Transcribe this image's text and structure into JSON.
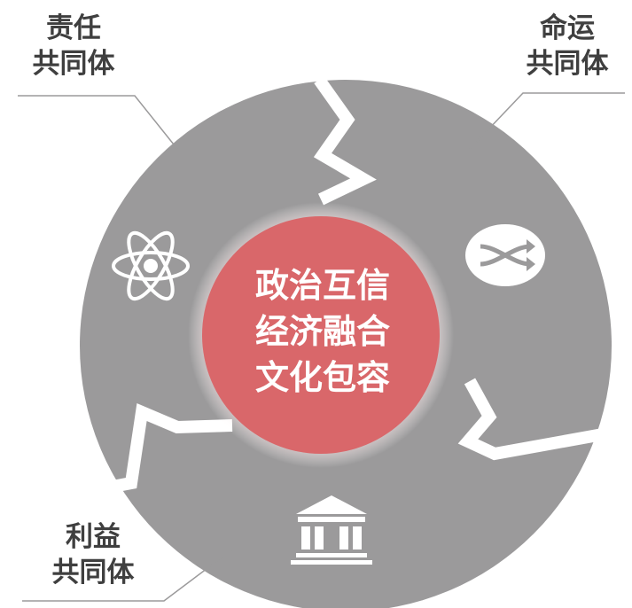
{
  "center": {
    "line1": "政治互信",
    "line2": "经济融合",
    "line3": "文化包容"
  },
  "segments": [
    {
      "line1": "责任",
      "line2": "共同体",
      "icon": "atom-icon"
    },
    {
      "line1": "命运",
      "line2": "共同体",
      "icon": "arrows-exchange-icon"
    },
    {
      "line1": "利益",
      "line2": "共同体",
      "icon": "bank-building-icon"
    }
  ],
  "colors": {
    "ring": "#9b9a9b",
    "center": "#d9676a",
    "center_glow": "#f3cfd0",
    "text": "#3f3f3f",
    "leader_line": "#9b9a9b"
  }
}
